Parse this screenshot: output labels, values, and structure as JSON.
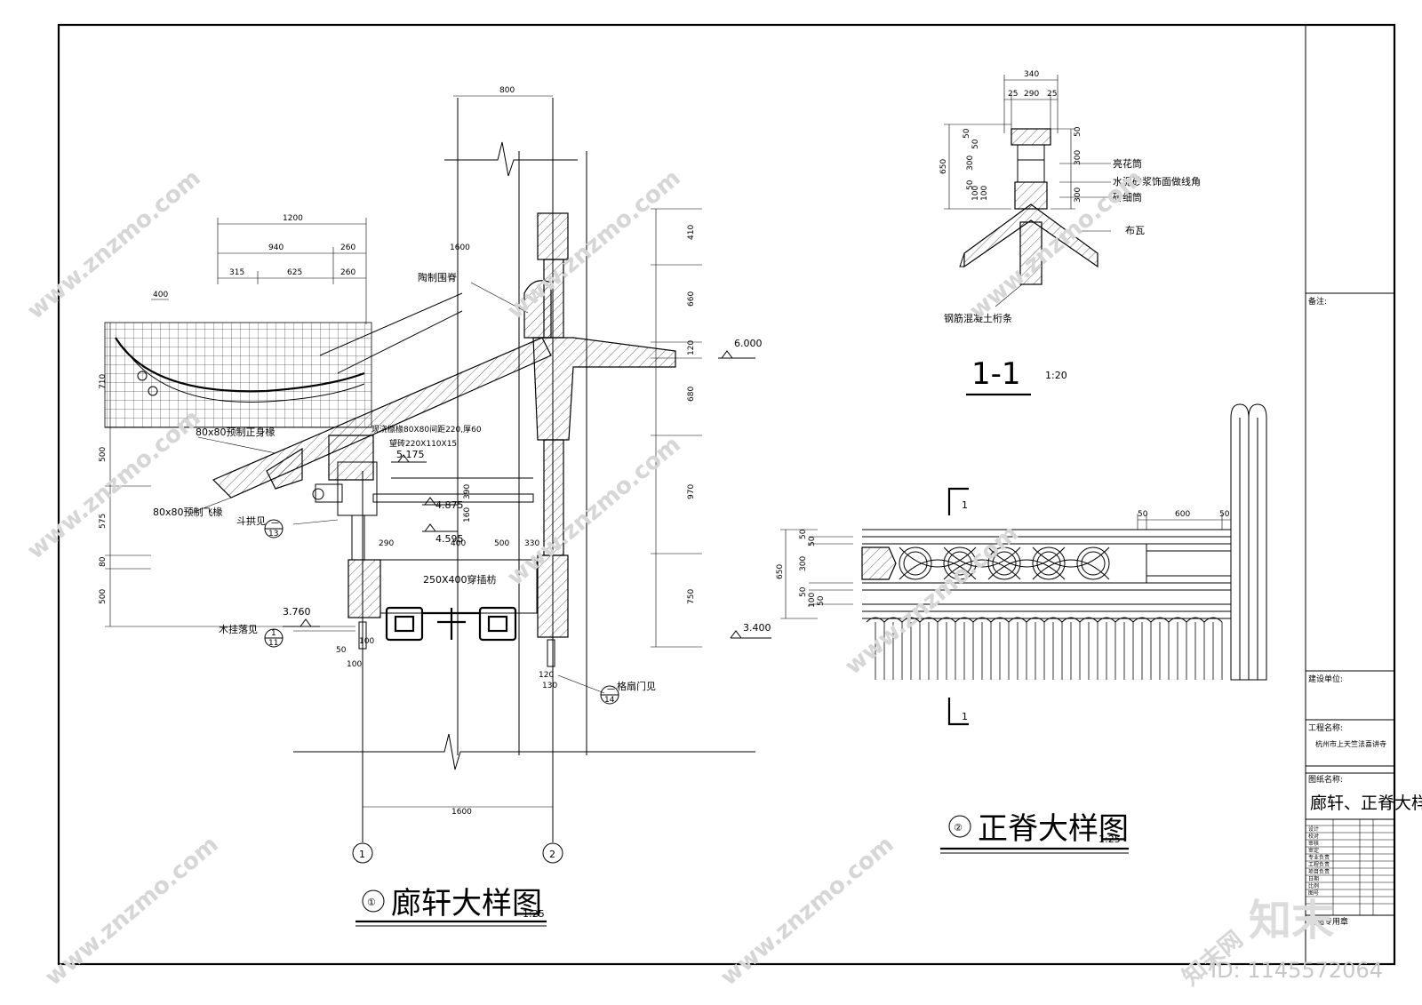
{
  "drawings": {
    "d1": {
      "number": "①",
      "title": "廊轩大样图",
      "scale": "1:25",
      "dims_top": [
        "800",
        "1200",
        "940",
        "260",
        "315",
        "625",
        "260",
        "400",
        "1600"
      ],
      "dims_bottom": "1600",
      "dims_right": [
        "410",
        "660",
        "120",
        "680",
        "970",
        "330",
        "750"
      ],
      "dims_left": [
        "710",
        "500",
        "575",
        "80",
        "500"
      ],
      "dims_inner": [
        "390",
        "160",
        "400",
        "290",
        "500",
        "50",
        "100",
        "120",
        "130",
        "100"
      ],
      "elevations": [
        "6.000",
        "5.175",
        "4.875",
        "4.595",
        "3.760",
        "3.400"
      ],
      "labels": {
        "ridge": "陶制围脊",
        "rafter_main": "80x80预制正身椽",
        "rafter_fly": "80x80预制飞椽",
        "purlin": "现浇檩椽80X80间距220,厚60",
        "brick": "望砖220X110X15",
        "bracket": "斗拱见",
        "beam": "250X400穿插枋",
        "hanger": "木挂落见",
        "door": "格扇门见"
      },
      "detail_refs": [
        {
          "top": "一",
          "bottom": "13"
        },
        {
          "top": "1",
          "bottom": "11"
        },
        {
          "top": "一",
          "bottom": "14"
        }
      ],
      "axes": [
        "1",
        "2"
      ]
    },
    "d11": {
      "title": "1-1",
      "scale": "1:20",
      "dims_top": [
        "340",
        "25",
        "290",
        "25"
      ],
      "dims_left": [
        "650",
        "50",
        "50",
        "300",
        "50",
        "100",
        "100"
      ],
      "dims_right": [
        "50",
        "300",
        "300"
      ],
      "labels": [
        "亮花筒",
        "水泥砂浆饰面做线角",
        "砖细筒",
        "布瓦",
        "钢筋混凝土桁条"
      ]
    },
    "d2": {
      "number": "②",
      "title": "正脊大样图",
      "scale": "1:25",
      "dims_top": [
        "50",
        "600",
        "50"
      ],
      "dims_left": [
        "650",
        "50",
        "50",
        "300",
        "50",
        "100",
        "50"
      ],
      "section_mark": "1"
    }
  },
  "title_block": {
    "remarks": "备注:",
    "client": "建设单位:",
    "project_label": "工程名称:",
    "project_name": "杭州市上天竺法喜讲寺",
    "drawing_label": "图纸名称:",
    "drawing_name": "廊轩、正脊大样",
    "stamp": "出图专用章",
    "row_small": [
      "设计",
      "校对",
      "审核",
      "审定",
      "专业负责",
      "工程负责",
      "项目负责",
      "日期",
      "比例",
      "图号"
    ]
  },
  "watermark": {
    "site": "www.znzmo.com",
    "brand": "知末网",
    "logo": "知末",
    "id": "ID: 1145572064"
  }
}
